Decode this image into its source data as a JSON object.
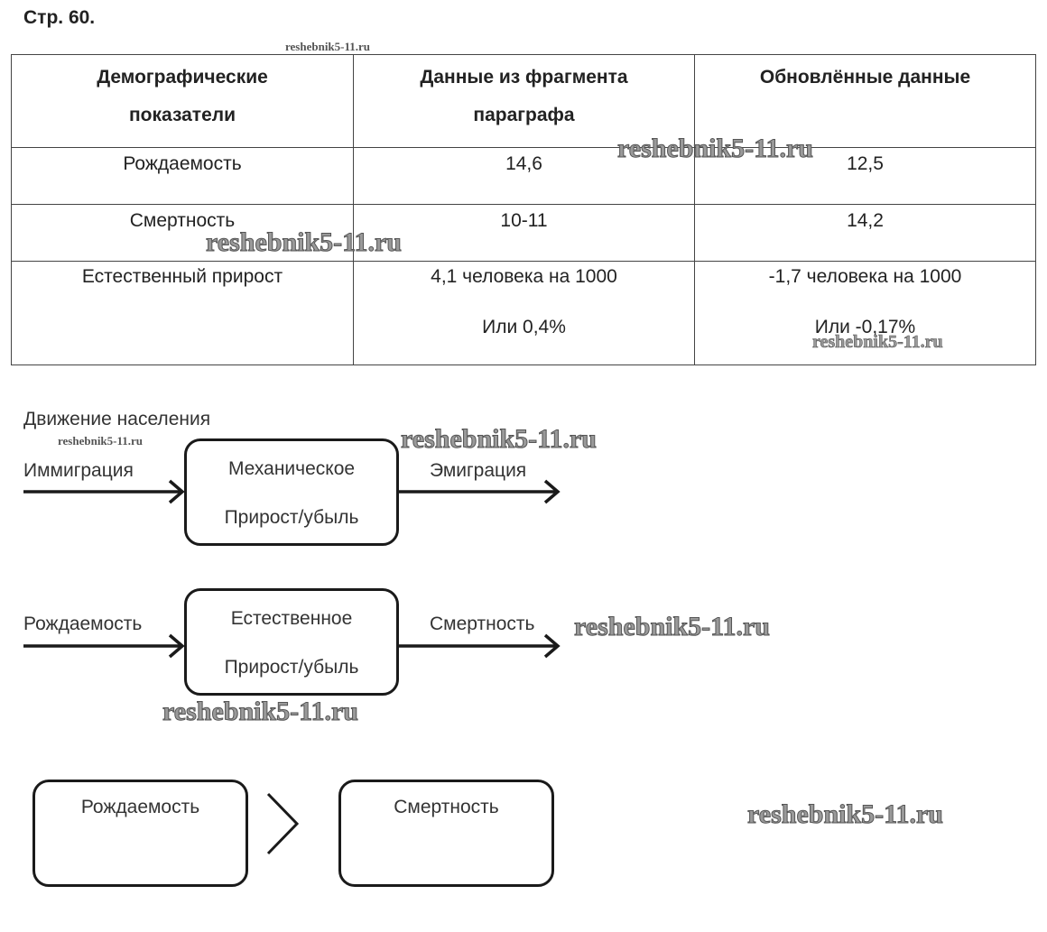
{
  "title": "Стр. 60.",
  "table": {
    "headers": [
      "Демографические показатели",
      "Данные из фрагмента параграфа",
      "Обновлённые данные"
    ],
    "rows": [
      [
        "Рождаемость",
        "14,6",
        "12,5"
      ],
      [
        "Смертность",
        "10-11",
        "14,2"
      ],
      [
        "Естественный прирост",
        "4,1 человека на 1000",
        "-1,7 человека на 1000"
      ]
    ],
    "extra": [
      "Или 0,4%",
      "Или -0,17%"
    ]
  },
  "diagram1": {
    "heading": "Движение населения",
    "input": "Иммиграция",
    "box_line1": "Механическое",
    "box_line2": "Прирост/убыль",
    "output": "Эмиграция"
  },
  "diagram2": {
    "input": "Рождаемость",
    "box_line1": "Естественное",
    "box_line2": "Прирост/убыль",
    "output": "Смертность"
  },
  "comparison": {
    "left": "Рождаемость",
    "right": "Смертность"
  },
  "watermark": "reshebnik5-11.ru"
}
